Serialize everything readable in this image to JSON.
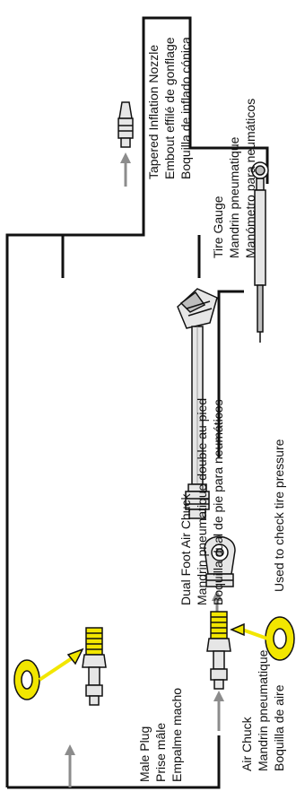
{
  "labels": {
    "tapered_nozzle": [
      "Tapered Inflation Nozzle",
      "Embout effilé de gonflage",
      "Boquilla de inflado cónica"
    ],
    "tire_gauge": [
      "Tire Gauge",
      "Mandrin pneumatique",
      "Manómetro para neumáticos"
    ],
    "dual_foot_chuck": [
      "Dual Foot Air Chuck",
      "Mandrin pneumatique double au pied",
      "Boquilla dual de pie para neumáticos"
    ],
    "male_plug": [
      "Male Plug",
      "Prise mâle",
      "Empalme macho"
    ],
    "air_chuck": [
      "Air Chuck",
      "Mandrin pneumatique",
      "Boquilla de aire"
    ],
    "tire_gauge_note": "Used to check tire pressure"
  },
  "colors": {
    "line": "#111111",
    "arrow": "#8c8c8c",
    "tape_yellow": "#f2e600",
    "metal": "#e6e6e6",
    "metal_dark": "#bdbdbd"
  }
}
